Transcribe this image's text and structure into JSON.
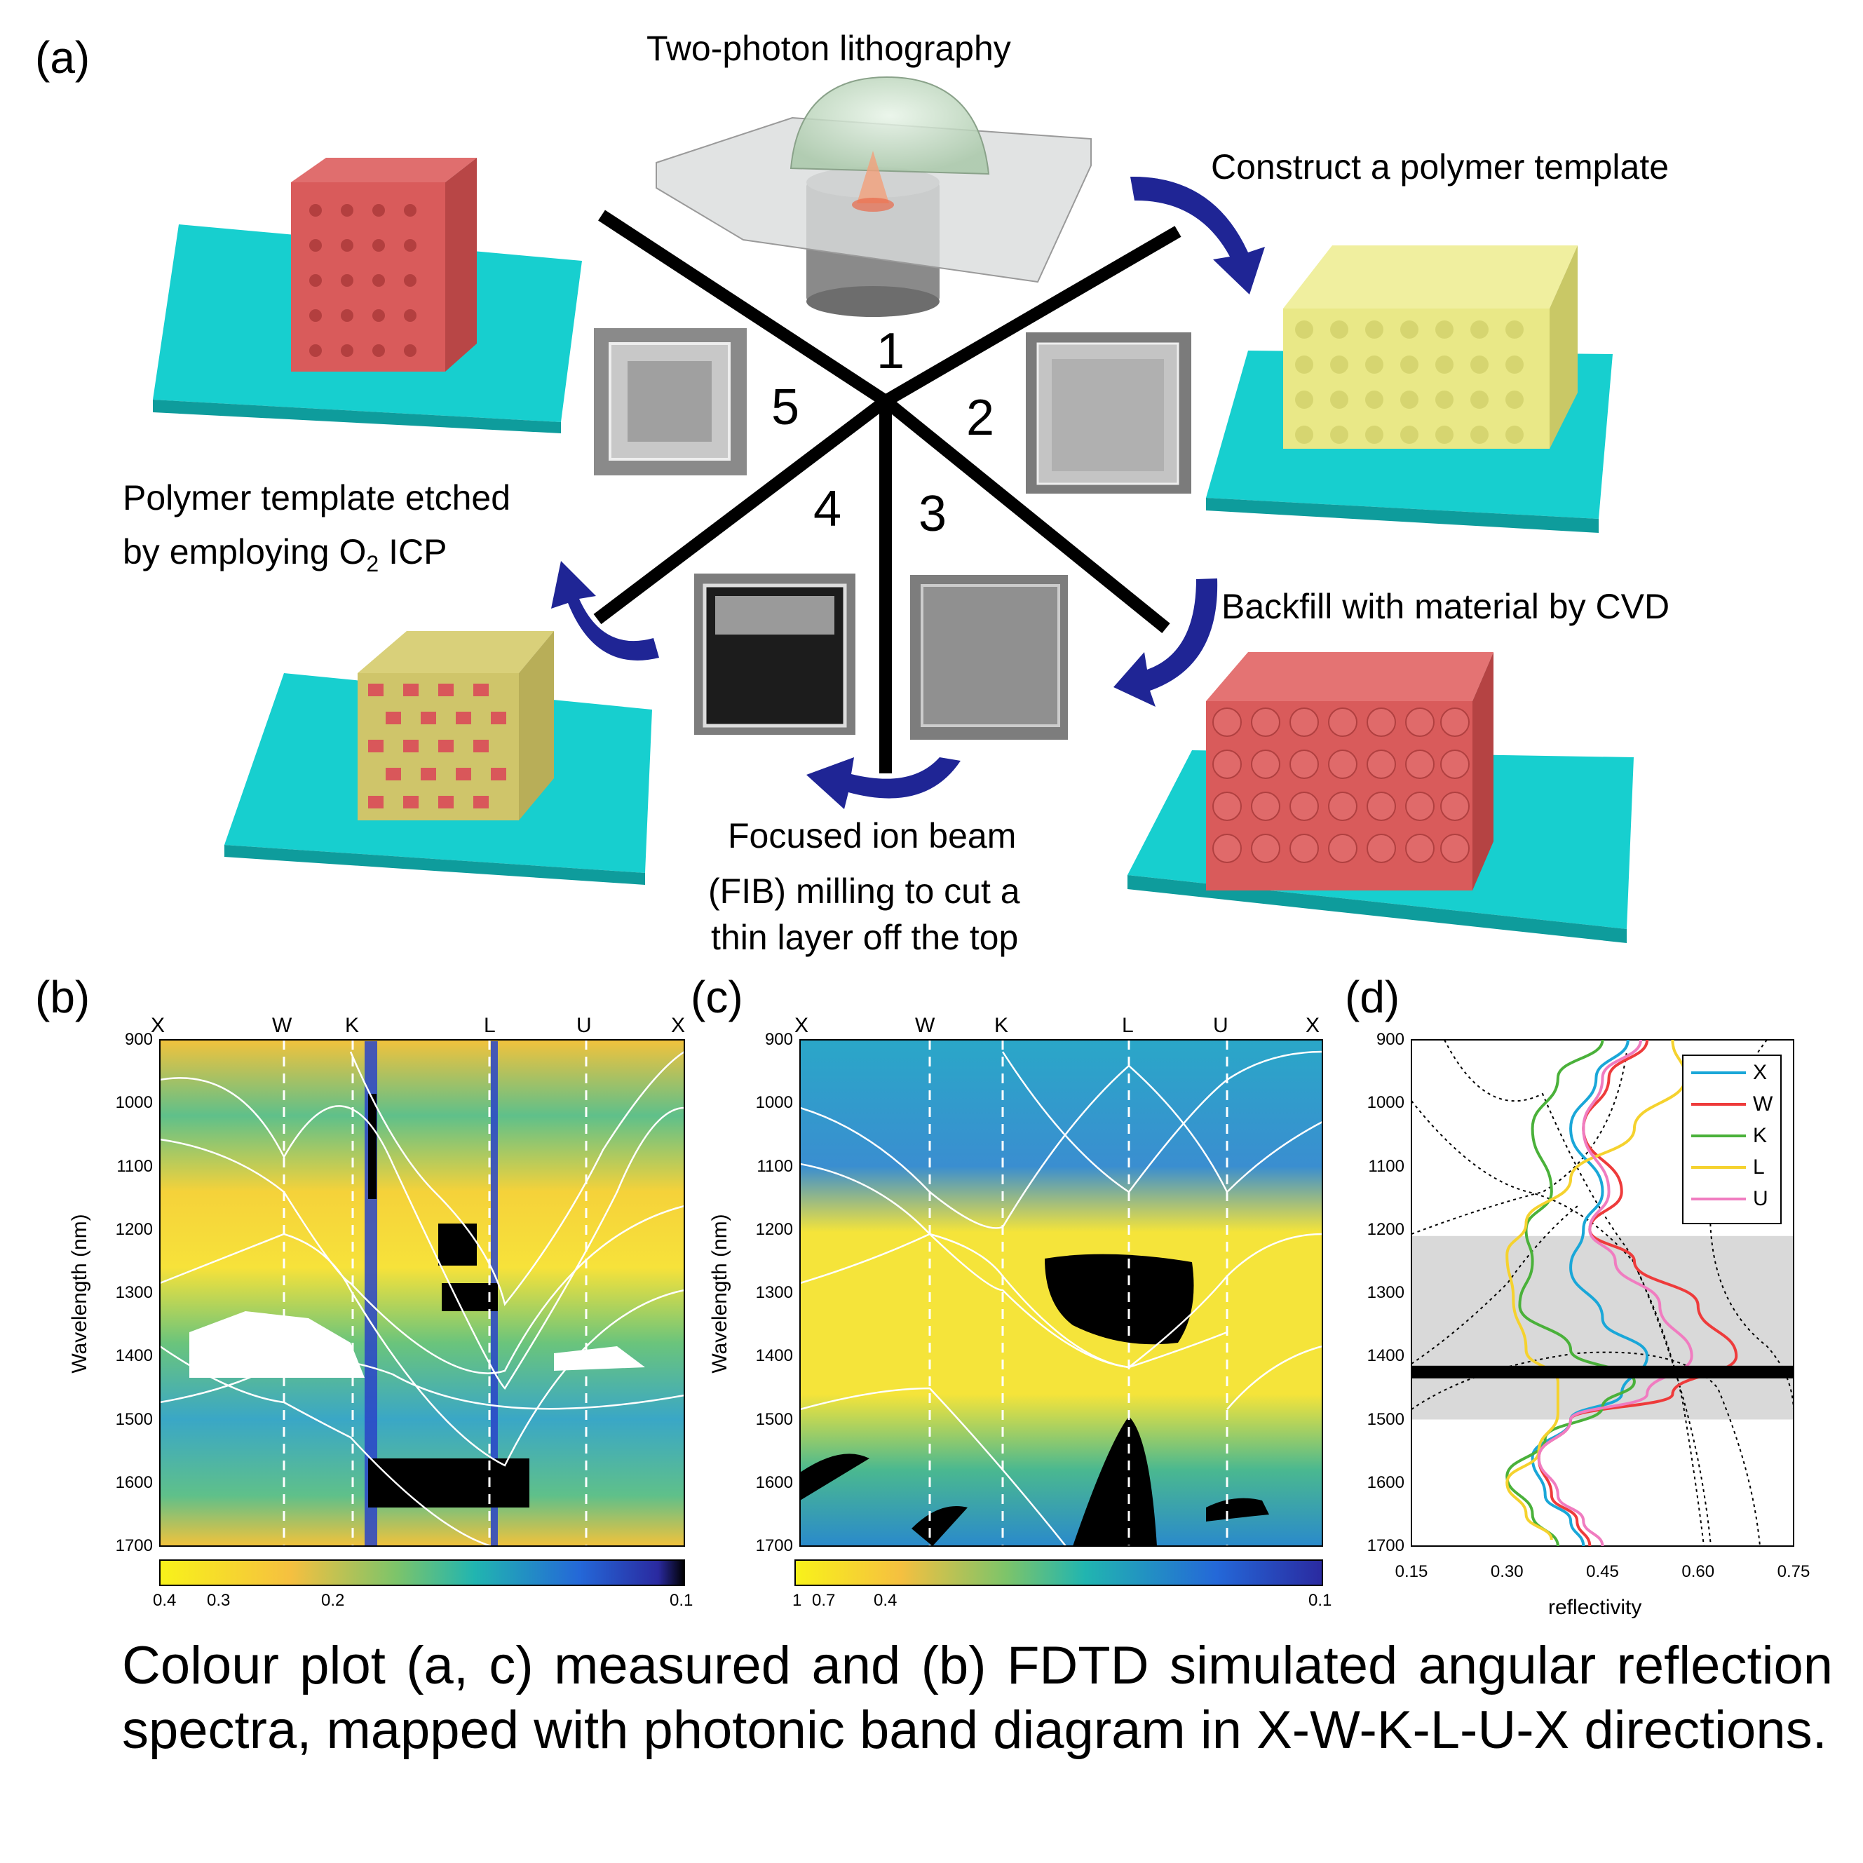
{
  "panel_a": {
    "letter": "(a)",
    "step_1_title": "Two-photon lithography",
    "step_2_title": "Construct a polymer template",
    "step_3_title": "Backfill with material by CVD",
    "step_4_title": [
      "Focused ion beam",
      "(FIB) milling to cut a",
      "thin layer off the top"
    ],
    "step_5_title_line1": "Polymer template etched",
    "step_5_title_line2_prefix": "by employing O",
    "step_5_title_sub": "2",
    "step_5_title_line2_suffix": " ICP",
    "numbers": [
      "1",
      "2",
      "3",
      "4",
      "5"
    ],
    "colors": {
      "substrate": "#17cfcf",
      "polymer": "#e9e887",
      "backfill": "#d95b5b",
      "arrow": "#1f2595"
    }
  },
  "panel_b": {
    "letter": "(b)",
    "symmetry_points": [
      "X",
      "W",
      "K",
      "L",
      "U",
      "X"
    ],
    "ylabel": "Wavelength (nm)",
    "yticks": [
      "900",
      "1000",
      "1100",
      "1200",
      "1300",
      "1400",
      "1500",
      "1600",
      "1700"
    ],
    "colorbar_ticks": [
      "0.4",
      "0.3",
      "0.2",
      "0.1"
    ]
  },
  "panel_c": {
    "letter": "(c)",
    "symmetry_points": [
      "X",
      "W",
      "K",
      "L",
      "U",
      "X"
    ],
    "ylabel": "Wavelength (nm)",
    "yticks": [
      "900",
      "1000",
      "1100",
      "1200",
      "1300",
      "1400",
      "1500",
      "1600",
      "1700"
    ],
    "colorbar_ticks": [
      "1",
      "0.7",
      "0.4",
      "0.1"
    ]
  },
  "panel_d": {
    "letter": "(d)",
    "xlabel": "reflectivity",
    "xticks": [
      "0.15",
      "0.30",
      "0.45",
      "0.60",
      "0.75"
    ],
    "yticks": [
      "900",
      "1000",
      "1100",
      "1200",
      "1300",
      "1400",
      "1500",
      "1600",
      "1700"
    ],
    "legend": [
      {
        "name": "X",
        "color": "#1aa7d8"
      },
      {
        "name": "W",
        "color": "#ee3b3b"
      },
      {
        "name": "K",
        "color": "#4ab13a"
      },
      {
        "name": "L",
        "color": "#f5d22e"
      },
      {
        "name": "U",
        "color": "#f07cc0"
      }
    ]
  },
  "chart_data": {
    "type": "line",
    "xlabel": "reflectivity",
    "ylabel": "",
    "xlim": [
      0.15,
      0.75
    ],
    "ylim": [
      900,
      1700
    ],
    "shaded_band_y": [
      1210,
      1500
    ],
    "marker_line_y": 1425,
    "series": [
      {
        "name": "X",
        "x": [
          0.49,
          0.44,
          0.4,
          0.45,
          0.42,
          0.4,
          0.45,
          0.52,
          0.48,
          0.4,
          0.34,
          0.36,
          0.4,
          0.42
        ],
        "y": [
          900,
          960,
          1040,
          1140,
          1200,
          1260,
          1340,
          1400,
          1460,
          1500,
          1560,
          1620,
          1660,
          1700
        ]
      },
      {
        "name": "W",
        "x": [
          0.52,
          0.46,
          0.42,
          0.48,
          0.43,
          0.5,
          0.6,
          0.66,
          0.56,
          0.4,
          0.35,
          0.37,
          0.41,
          0.43
        ],
        "y": [
          900,
          960,
          1040,
          1140,
          1200,
          1250,
          1320,
          1400,
          1460,
          1500,
          1560,
          1620,
          1660,
          1700
        ]
      },
      {
        "name": "K",
        "x": [
          0.45,
          0.38,
          0.34,
          0.37,
          0.33,
          0.34,
          0.32,
          0.4,
          0.5,
          0.45,
          0.36,
          0.3,
          0.34,
          0.38
        ],
        "y": [
          900,
          960,
          1040,
          1140,
          1200,
          1250,
          1320,
          1390,
          1440,
          1480,
          1530,
          1590,
          1650,
          1700
        ]
      },
      {
        "name": "L",
        "x": [
          0.56,
          0.58,
          0.5,
          0.4,
          0.33,
          0.3,
          0.31,
          0.33,
          0.38,
          0.38,
          0.35,
          0.3,
          0.33,
          0.37
        ],
        "y": [
          900,
          960,
          1040,
          1120,
          1190,
          1240,
          1310,
          1390,
          1440,
          1490,
          1550,
          1600,
          1650,
          1690
        ]
      },
      {
        "name": "U",
        "x": [
          0.51,
          0.45,
          0.42,
          0.46,
          0.43,
          0.47,
          0.54,
          0.59,
          0.52,
          0.4,
          0.35,
          0.38,
          0.42,
          0.45
        ],
        "y": [
          900,
          960,
          1040,
          1140,
          1200,
          1250,
          1320,
          1400,
          1460,
          1500,
          1560,
          1620,
          1660,
          1700
        ]
      }
    ]
  },
  "caption": "Colour plot (a, c) measured and (b) FDTD simulated angular reflection spectra, mapped with photonic band diagram in X-W-K-L-U-X directions."
}
